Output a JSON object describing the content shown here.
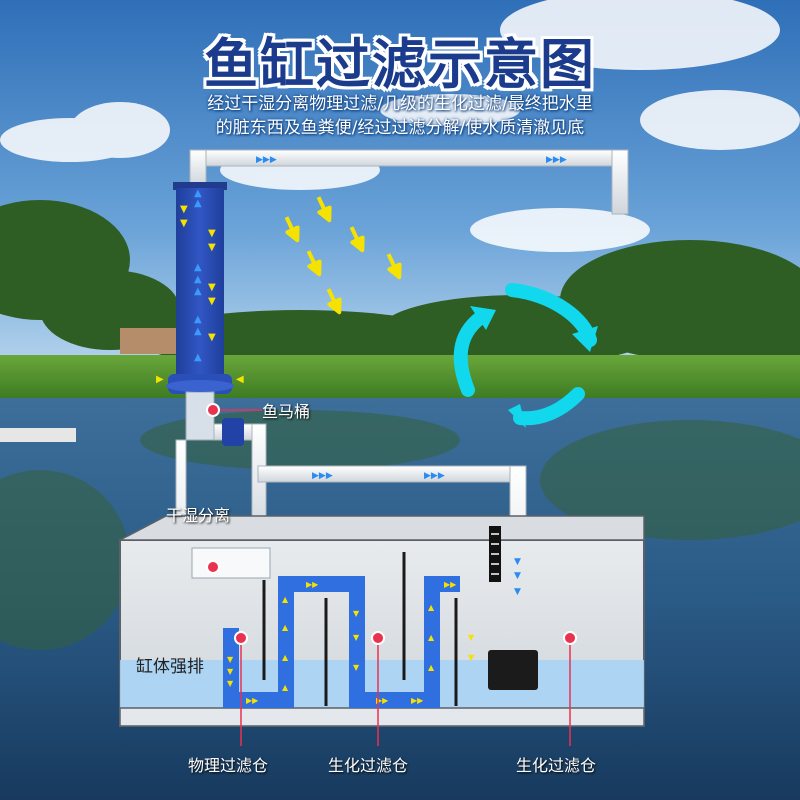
{
  "title": "鱼缸过滤示意图",
  "subtitle_line1": "经过干湿分离物理过滤/几级的生化过滤/最终把水里",
  "subtitle_line2": "的脏东西及鱼粪便/经过过滤分解/使水质清澈见底",
  "labels": {
    "toilet": "鱼马桶",
    "dry_wet": "干湿分离",
    "drain": "缸体强排",
    "physical": "物理过滤仓",
    "bio1": "生化过滤仓",
    "bio2": "生化过滤仓"
  },
  "colors": {
    "sky_top": "#3f7fc4",
    "grass": "#4f8f2e",
    "water": "#1e4b78",
    "pipe": "#f4f6f8",
    "filter_blue": "#2f6fe0",
    "tank_water": "#a9d4f5",
    "arrow_yellow": "#f5e200",
    "circle_cyan": "#11d8ec",
    "marker_red": "#e8324f",
    "title": "#1b3c8c"
  }
}
